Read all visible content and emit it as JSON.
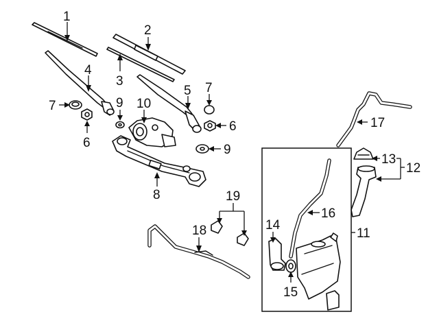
{
  "callouts": {
    "c1": "1",
    "c2": "2",
    "c3": "3",
    "c4": "4",
    "c5": "5",
    "c6a": "6",
    "c6b": "6",
    "c7a": "7",
    "c7b": "7",
    "c8": "8",
    "c9a": "9",
    "c9b": "9",
    "c10": "10",
    "c11": "11",
    "c12": "12",
    "c13": "13",
    "c14": "14",
    "c15": "15",
    "c16": "16",
    "c17": "17",
    "c18": "18",
    "c19": "19"
  }
}
